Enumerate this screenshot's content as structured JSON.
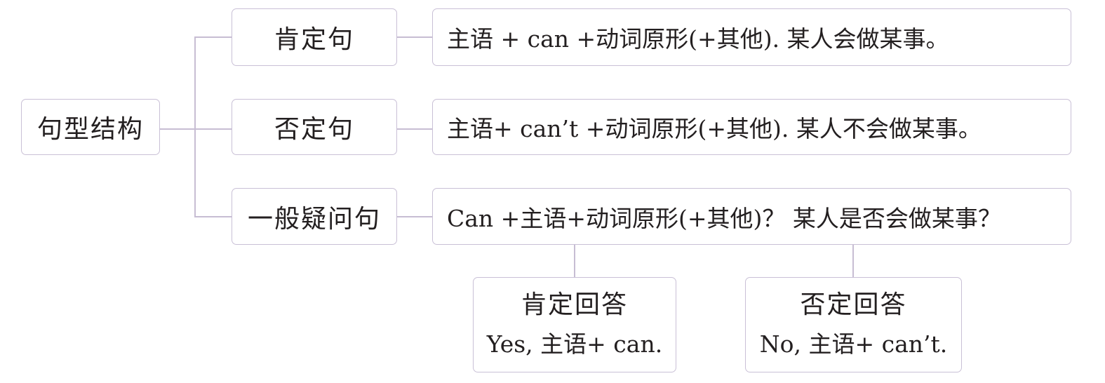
{
  "diagram": {
    "root": {
      "label": "句型结构"
    },
    "branches": [
      {
        "label": "肯定句",
        "content": "主语 + can +动词原形(+其他).   某人会做某事。"
      },
      {
        "label": "否定句",
        "content": "主语+ can’t +动词原形(+其他).   某人不会做某事。"
      },
      {
        "label": "一般疑问句",
        "content": "Can +主语+动词原形(+其他)？ 某人是否会做某事？"
      }
    ],
    "answers": [
      {
        "title": "肯定回答",
        "text": "Yes, 主语+ can."
      },
      {
        "title": "否定回答",
        "text": "No, 主语+ can’t."
      }
    ]
  }
}
